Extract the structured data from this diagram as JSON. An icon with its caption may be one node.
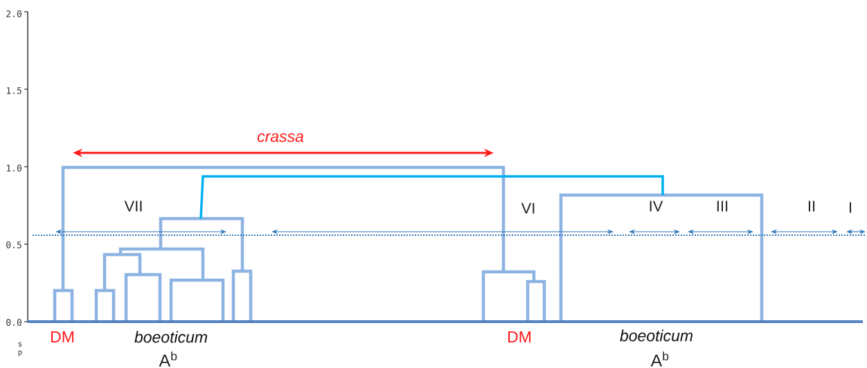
{
  "diagram": {
    "labels": [
      "2.0",
      "1.5",
      "crassa",
      "1.0",
      "VII",
      "VI",
      "IV",
      "III",
      "II",
      "I",
      "0.5",
      "0.0",
      "DM",
      "boeoticum",
      "DM",
      "boeoticum",
      "s p",
      "A$^{b}$",
      "A$^{b}$"
    ]
  }
}
